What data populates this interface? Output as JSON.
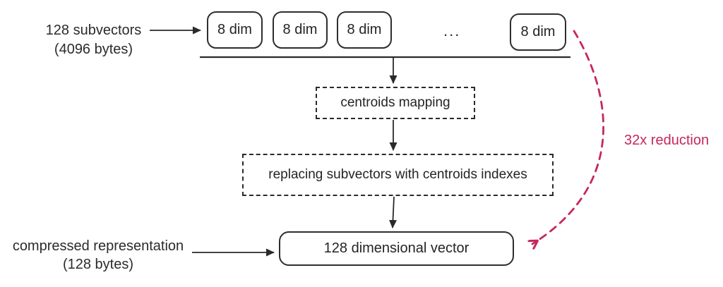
{
  "colors": {
    "stroke": "#2e2e2e",
    "text": "#2b2b2b",
    "accent_pink": "#c6275c",
    "background": "#ffffff"
  },
  "input": {
    "label_line1": "128 subvectors",
    "label_line2": "(4096 bytes)",
    "subvector_boxes": [
      "8 dim",
      "8 dim",
      "8 dim",
      "8 dim"
    ],
    "ellipsis": "..."
  },
  "steps": {
    "centroids_mapping": "centroids mapping",
    "replace_subvectors": "replacing subvectors with centroids indexes"
  },
  "output": {
    "box_label": "128 dimensional vector",
    "label_line1": "compressed representation",
    "label_line2": "(128 bytes)"
  },
  "annotation": {
    "reduction": "32x reduction"
  }
}
